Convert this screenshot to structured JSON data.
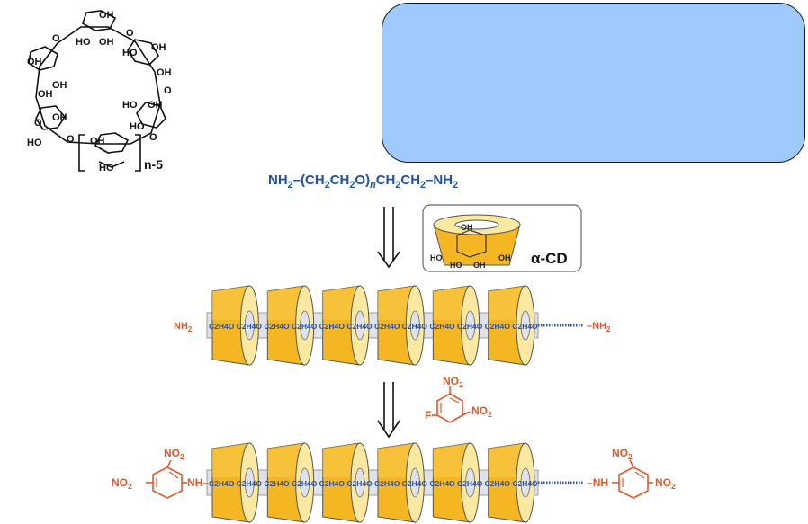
{
  "cyclodextrin_structure": {
    "hydroxyl": "OH",
    "hydroxyl_left": "HO",
    "ring_oxygen": "O",
    "repeat_label": "n-5"
  },
  "callout_box": {
    "fill": "#9fcaff"
  },
  "polymer_formula": {
    "text": "NH2-(CH2CH2O)nCH2CH2-NH2",
    "color": "#1f52a3"
  },
  "inset": {
    "label": "α-CD",
    "oh": "OH",
    "ho": "HO"
  },
  "rotaxane": {
    "end_group": "NH",
    "end_group_sub": "2",
    "repeat_unit": "C2H4O",
    "unit_count": 12,
    "ring_count": 6,
    "amine_color": "#e05a2b",
    "chain_color": "#2b52a6",
    "ring_outer": "#f5b623",
    "ring_face": "#fbe9a2",
    "core": "#dfe3e8"
  },
  "reagent": {
    "fluoro": "F",
    "nitro": "NO",
    "nitro_sub": "2",
    "color": "#e05a2b"
  },
  "product": {
    "dnp_nitro": "NO",
    "dnp_sub": "2",
    "linker": "NH"
  }
}
